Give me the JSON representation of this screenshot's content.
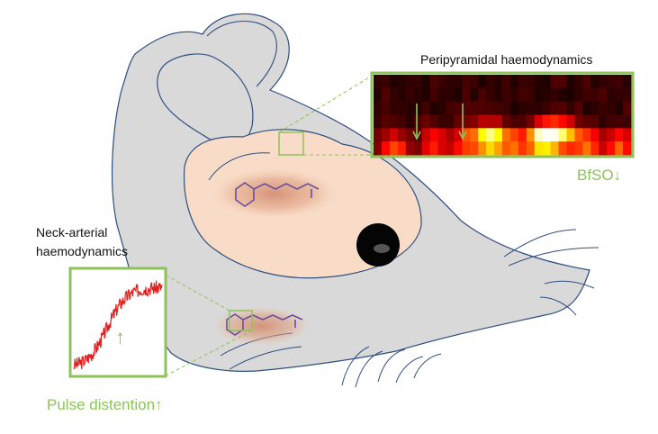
{
  "labels": {
    "heatmap_title": "Peripyramidal haemodynamics",
    "heatmap_result": "BfSO",
    "heatmap_result_arrow": "↓",
    "neck_title_line1": "Neck-arterial",
    "neck_title_line2": "haemodynamics",
    "neck_result": "Pulse distention",
    "neck_result_arrow": "↑",
    "inset_arrow": "↑"
  },
  "colors": {
    "accent_green": "#8dc35a",
    "head_fill": "#d9d9d9",
    "outline": "#2f4f7f",
    "brain_fill": "#f8dcc8",
    "glow": "#d9967a",
    "trace": "#e02020"
  },
  "heatmap": {
    "colormap": "hot",
    "rows": 6,
    "cols": 32,
    "hot_spots": [
      {
        "col": 2,
        "row": 4.8,
        "strength": 0.45
      },
      {
        "col": 7,
        "row": 4.5,
        "strength": 0.4
      },
      {
        "col": 11,
        "row": 4.5,
        "strength": 0.45
      },
      {
        "col": 14,
        "row": 4.3,
        "strength": 0.85
      },
      {
        "col": 17,
        "row": 4.6,
        "strength": 0.45
      },
      {
        "col": 20.5,
        "row": 4.3,
        "strength": 1.0
      },
      {
        "col": 23,
        "row": 4.0,
        "strength": 0.7
      },
      {
        "col": 26,
        "row": 4.6,
        "strength": 0.5
      },
      {
        "col": 30,
        "row": 4.7,
        "strength": 0.45
      }
    ]
  },
  "trace": {
    "points": 170,
    "start_level": 0.05,
    "end_level": 0.85,
    "noise": 0.07
  },
  "heatmap_arrows": 2
}
